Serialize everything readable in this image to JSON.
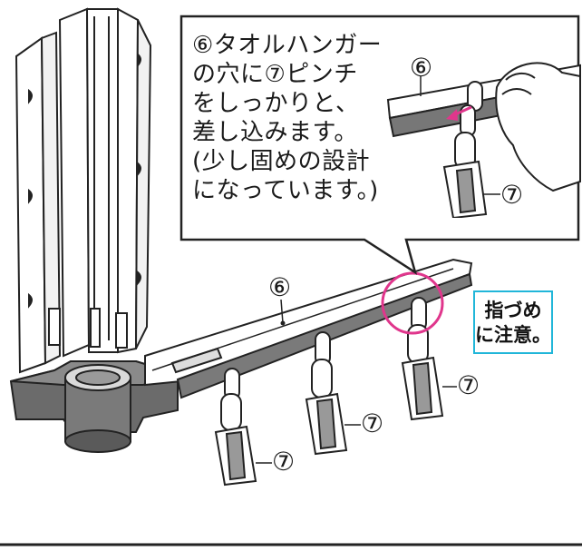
{
  "callout": {
    "lines": [
      "⑥タオルハンガー",
      "の穴に⑦ピンチ",
      "をしっかりと、",
      "差し込みます。",
      "(少し固めの設計",
      "になっています。)"
    ]
  },
  "labels": {
    "part6": "⑥",
    "part7": "⑦"
  },
  "caution": {
    "line1": "指づめ",
    "line2": "に注意。"
  },
  "colors": {
    "caution_border": "#21b6d9",
    "highlight_circle": "#e0368c",
    "detail_arrow": "#e0368c"
  }
}
